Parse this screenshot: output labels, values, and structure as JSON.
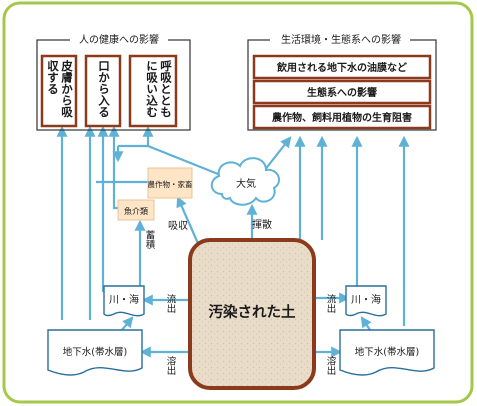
{
  "health": {
    "title": "人の健康への影響",
    "routes": [
      "皮膚から吸収する",
      "口から入る",
      "呼吸とともに吸い込む"
    ]
  },
  "environment": {
    "title": "生活環境・生態系への影響",
    "items": [
      "飲用される地下水の油膜など",
      "生態系への影響",
      "農作物、飼料用植物の生育阻害"
    ]
  },
  "center": {
    "label": "汚染された土"
  },
  "atmosphere": {
    "label": "大気"
  },
  "crops": {
    "label": "農作物・家畜"
  },
  "fish": {
    "label": "魚介類"
  },
  "river_left": {
    "label": "川・海"
  },
  "river_right": {
    "label": "川・海"
  },
  "groundwater_left": {
    "label": "地下水(帯水層)"
  },
  "groundwater_right": {
    "label": "地下水(帯水層)"
  },
  "arrow_labels": {
    "absorb": "吸収",
    "scatter": "揮散",
    "accumulate": "蓄積",
    "outflow_left": "流出",
    "outflow_right": "流出",
    "leach_left": "溶出",
    "leach_right": "溶出"
  },
  "colors": {
    "frame": "#a5c84a",
    "brown": "#8b3a1c",
    "arrow": "#5fb2d6",
    "orange": "#fde5c6",
    "cloud": "#ffffff"
  }
}
